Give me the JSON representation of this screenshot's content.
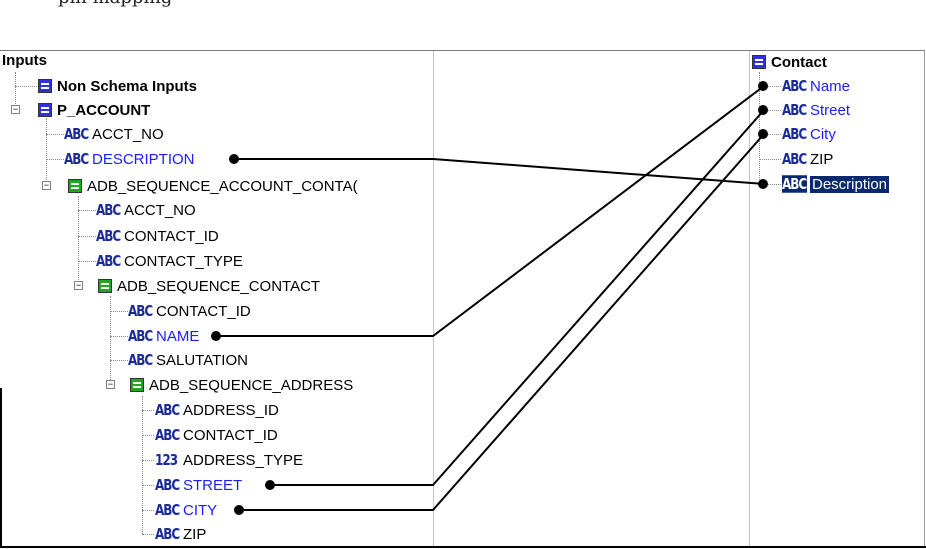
{
  "caption": "pin mapping",
  "source": {
    "title": "Inputs",
    "items": [
      {
        "label": "Non Schema Inputs"
      },
      {
        "label": "P_ACCOUNT"
      },
      {
        "label": "ACCT_NO"
      },
      {
        "label": "DESCRIPTION"
      },
      {
        "label": "ADB_SEQUENCE_ACCOUNT_CONTA("
      },
      {
        "label": "ACCT_NO"
      },
      {
        "label": "CONTACT_ID"
      },
      {
        "label": "CONTACT_TYPE"
      },
      {
        "label": "ADB_SEQUENCE_CONTACT"
      },
      {
        "label": "CONTACT_ID"
      },
      {
        "label": "NAME"
      },
      {
        "label": "SALUTATION"
      },
      {
        "label": "ADB_SEQUENCE_ADDRESS"
      },
      {
        "label": "ADDRESS_ID"
      },
      {
        "label": "CONTACT_ID"
      },
      {
        "label": "ADDRESS_TYPE"
      },
      {
        "label": "STREET"
      },
      {
        "label": "CITY"
      },
      {
        "label": "ZIP"
      }
    ]
  },
  "target": {
    "title": "Contact",
    "items": [
      {
        "label": "Name"
      },
      {
        "label": "Street"
      },
      {
        "label": "City"
      },
      {
        "label": "ZIP"
      },
      {
        "label": "Description"
      }
    ]
  },
  "icons": {
    "string_type": "ABC",
    "number_type": "123"
  },
  "mappings": [
    {
      "from": "DESCRIPTION",
      "to": "Description"
    },
    {
      "from": "NAME",
      "to": "Name"
    },
    {
      "from": "STREET",
      "to": "Street"
    },
    {
      "from": "CITY",
      "to": "City"
    }
  ],
  "colors": {
    "mapped_text": "#1c1cff",
    "selection": "#0a2a6e",
    "record_icon_root": "#3030e0",
    "record_icon_nested": "#1da81d"
  }
}
